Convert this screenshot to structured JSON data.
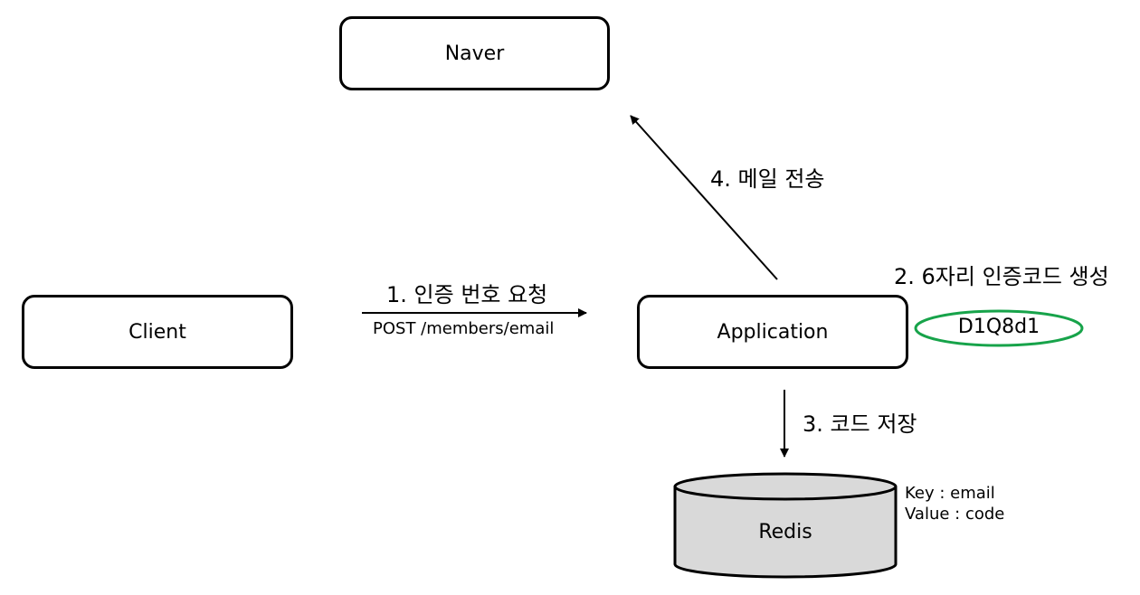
{
  "nodes": {
    "naver": "Naver",
    "client": "Client",
    "application": "Application",
    "redis": "Redis"
  },
  "steps": {
    "step1": "1. 인증 번호 요청",
    "step1_sub": "POST /members/email",
    "step2": "2. 6자리 인증코드 생성",
    "step3": "3. 코드 저장",
    "step4": "4. 메일 전송"
  },
  "code_example": "D1Q8d1",
  "redis_note": {
    "key": "Key : email",
    "value": "Value : code"
  },
  "colors": {
    "code_ellipse": "#17a34a",
    "redis_fill": "#d9d9d9"
  }
}
